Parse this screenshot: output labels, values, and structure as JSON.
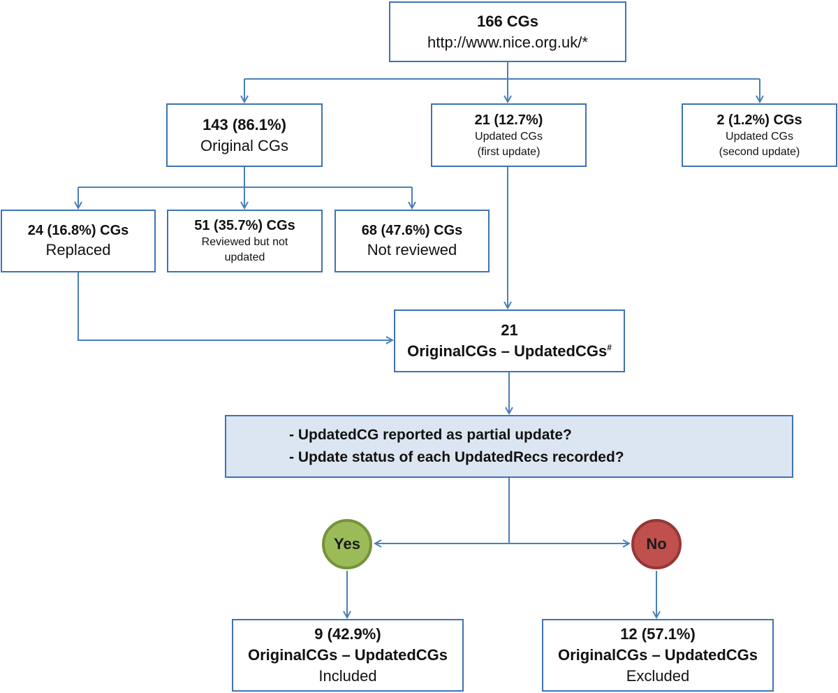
{
  "top": {
    "count": "166 CGs",
    "url": "http://www.nice.org.uk/*"
  },
  "level1": {
    "original": {
      "count": "143 (86.1%)",
      "label": "Original CGs"
    },
    "first_update": {
      "count": "21 (12.7%)",
      "label": "Updated CGs",
      "sub": "(first update)"
    },
    "second_update": {
      "count": "2 (1.2%) CGs",
      "label": "Updated CGs",
      "sub": "(second update)"
    }
  },
  "level2": {
    "replaced": {
      "count": "24 (16.8%) CGs",
      "label": "Replaced"
    },
    "reviewed": {
      "count": "51 (35.7%) CGs",
      "label_line1": "Reviewed but not",
      "label_line2": "updated"
    },
    "not_reviewed": {
      "count": "68 (47.6%) CGs",
      "label": "Not reviewed"
    }
  },
  "pairs": {
    "count": "21",
    "label": "OriginalCGs – UpdatedCGs",
    "footnote_mark": "#"
  },
  "question": {
    "line1": "- UpdatedCG reported as partial update?",
    "line2": "- Update status of each UpdatedRecs recorded?"
  },
  "decision": {
    "yes": "Yes",
    "no": "No"
  },
  "outcomes": {
    "included": {
      "count": "9 (42.9%)",
      "label": "OriginalCGs – UpdatedCGs",
      "status": "Included"
    },
    "excluded": {
      "count": "12 (57.1%)",
      "label": "OriginalCGs – UpdatedCGs",
      "status": "Excluded"
    }
  },
  "colors": {
    "line": "#4a7ebb",
    "box_border": "#3e73b2",
    "question_fill": "#dce6f2",
    "yes_fill": "#9bbb59",
    "no_fill": "#c0504d"
  }
}
